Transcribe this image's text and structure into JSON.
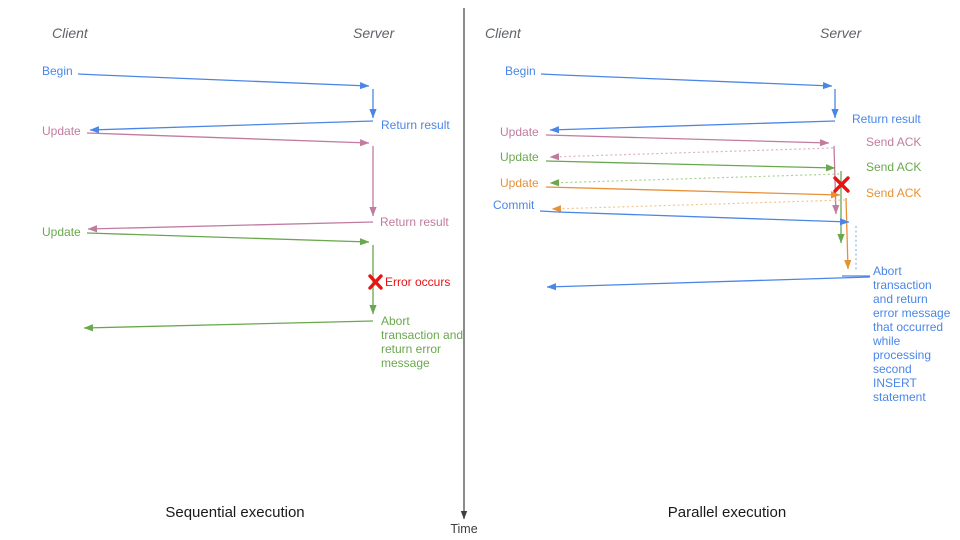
{
  "left_panel": {
    "caption": "Sequential execution",
    "client_header": "Client",
    "server_header": "Server",
    "begin_label": "Begin",
    "return_result_1_label": "Return result",
    "update_1_label": "Update",
    "return_result_2_label": "Return result",
    "update_2_label": "Update",
    "error_label": "Error occurs",
    "abort_label": "Abort transaction and return error message"
  },
  "right_panel": {
    "caption": "Parallel execution",
    "client_header": "Client",
    "server_header": "Server",
    "begin_label": "Begin",
    "return_result_label": "Return result",
    "update_1_label": "Update",
    "send_ack_1_label": "Send ACK",
    "update_2_label": "Update",
    "send_ack_2_label": "Send ACK",
    "update_3_label": "Update",
    "send_ack_3_label": "Send ACK",
    "commit_label": "Commit",
    "abort_label": "Abort transaction and return error message that occurred while processing second INSERT statement"
  },
  "time_axis": {
    "label": "Time"
  },
  "colors": {
    "blue": "#4a86e8",
    "pink": "#c27ba0",
    "green": "#6aa84f",
    "orange": "#e69138",
    "red": "#e81313",
    "header_gray": "#5f6368",
    "axis": "#3c4043",
    "blue_light": "#8fb2ef",
    "pink_light": "#dcafca",
    "green_light": "#a9d08e",
    "orange_light": "#f5c48c"
  }
}
